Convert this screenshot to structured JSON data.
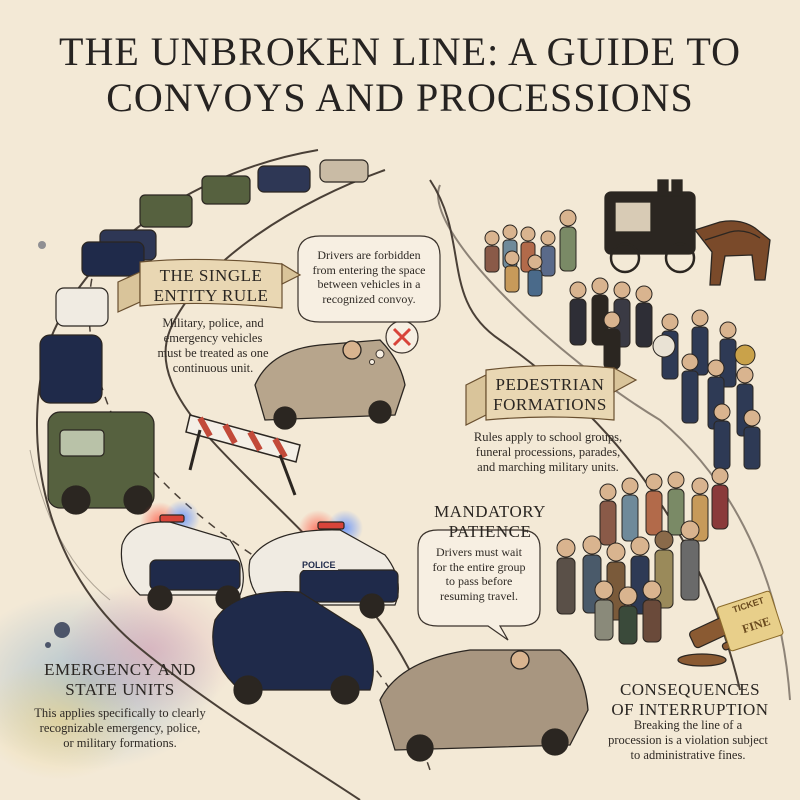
{
  "title": {
    "line1": "THE UNBROKEN LINE: A GUIDE TO",
    "line2": "CONVOYS AND PROCESSIONS"
  },
  "single_entity": {
    "heading": "THE SINGLE\nENTITY RULE",
    "body": "Military, police, and\nemergency vehicles\nmust be treated as one\ncontinuous unit."
  },
  "bubble_forbidden": "Drivers are forbidden\nfrom entering the space\nbetween vehicles in a\nrecognized convoy.",
  "pedestrian": {
    "heading": "PEDESTRIAN\nFORMATIONS",
    "body": "Rules apply to school groups,\nfuneral processions, parades,\nand marching military units."
  },
  "patience": {
    "heading": "MANDATORY\nPATIENCE"
  },
  "bubble_wait": "Drivers must wait\nfor the entire group\nto pass before\nresuming travel.",
  "emergency": {
    "heading": "EMERGENCY AND\nSTATE UNITS",
    "body": "This applies specifically to clearly\nrecognizable emergency, police,\nor military formations."
  },
  "consequences": {
    "heading": "CONSEQUENCES\nOF INTERRUPTION",
    "body": "Breaking the line of a\nprocession is a violation subject\nto administrative fines."
  },
  "police_label": "POLICE",
  "ticket": {
    "ticket_label": "TICKET",
    "fine_label": "FINE"
  },
  "colors": {
    "paper": "#f3e9d6",
    "ink": "#2b2621",
    "police_blue": "#1f2a4a",
    "army_green": "#56613f",
    "car_tan": "#b7a58c",
    "banner": "#e9d7b3",
    "siren_red": "#d8443a",
    "siren_blue": "#3d6fd8"
  }
}
